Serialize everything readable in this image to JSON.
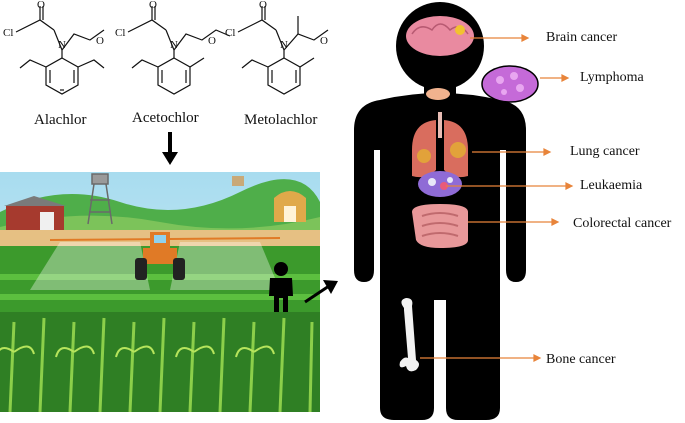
{
  "chemicals": [
    {
      "name": "Alachlor"
    },
    {
      "name": "Acetochlor"
    },
    {
      "name": "Metolachlor"
    }
  ],
  "atoms": {
    "cl": "Cl",
    "o": "O",
    "n": "N"
  },
  "cancers": [
    {
      "label": "Brain cancer"
    },
    {
      "label": "Lymphoma"
    },
    {
      "label": "Lung cancer"
    },
    {
      "label": "Leukaemia"
    },
    {
      "label": "Colorectal cancer"
    },
    {
      "label": "Bone cancer"
    }
  ],
  "colors": {
    "arrow": "#e8843a",
    "silhouette": "#000000",
    "sky": "#a8dcef",
    "field": "#3c9a2c",
    "tractor": "#e07a26",
    "brain": "#e98aa0",
    "lungs": "#d96d5e",
    "lymphoma": "#c56ad8"
  }
}
